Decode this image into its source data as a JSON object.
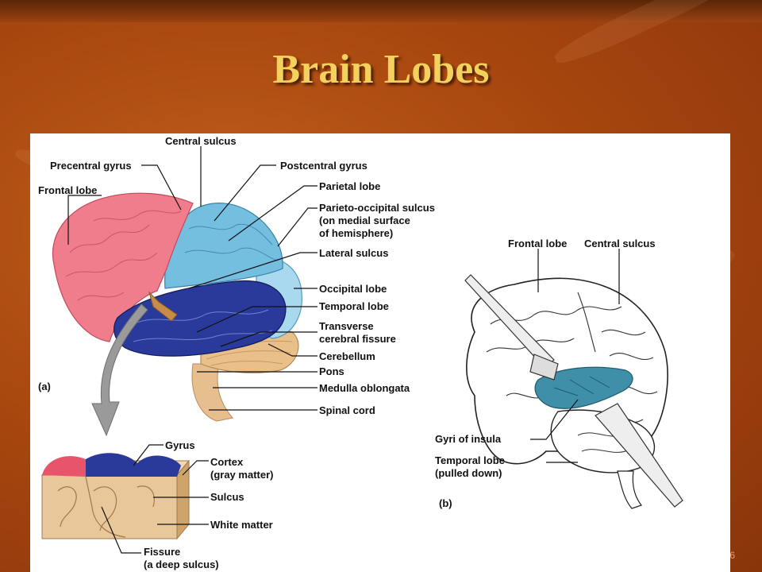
{
  "slide": {
    "title": "Brain Lobes",
    "number": "6"
  },
  "diagram_a": {
    "panel_label": "(a)",
    "labels": {
      "central_sulcus": "Central sulcus",
      "precentral_gyrus": "Precentral gyrus",
      "frontal_lobe": "Frontal lobe",
      "postcentral_gyrus": "Postcentral gyrus",
      "parietal_lobe": "Parietal lobe",
      "parieto_occipital_1": "Parieto-occipital sulcus",
      "parieto_occipital_2": "(on medial surface",
      "parieto_occipital_3": "of hemisphere)",
      "lateral_sulcus": "Lateral sulcus",
      "occipital_lobe": "Occipital lobe",
      "temporal_lobe": "Temporal lobe",
      "transverse_1": "Transverse",
      "transverse_2": "cerebral fissure",
      "cerebellum": "Cerebellum",
      "pons": "Pons",
      "medulla": "Medulla oblongata",
      "spinal_cord": "Spinal cord"
    }
  },
  "inset": {
    "labels": {
      "gyrus": "Gyrus",
      "cortex_1": "Cortex",
      "cortex_2": "(gray matter)",
      "sulcus": "Sulcus",
      "white_matter": "White matter",
      "fissure_1": "Fissure",
      "fissure_2": "(a deep sulcus)"
    }
  },
  "diagram_b": {
    "panel_label": "(b)",
    "labels": {
      "frontal_lobe": "Frontal lobe",
      "central_sulcus": "Central sulcus",
      "gyri_insula": "Gyri of insula",
      "temporal_1": "Temporal lobe",
      "temporal_2": "(pulled down)"
    }
  },
  "colors": {
    "frontal": "#f07d8c",
    "parietal": "#74bfe0",
    "occipital": "#a9d9ee",
    "temporal": "#2a3a9a",
    "cerebellum": "#e9c08a",
    "brainstem": "#e7bf8f",
    "insula": "#3f8fa8",
    "title": "#f2d15c"
  }
}
